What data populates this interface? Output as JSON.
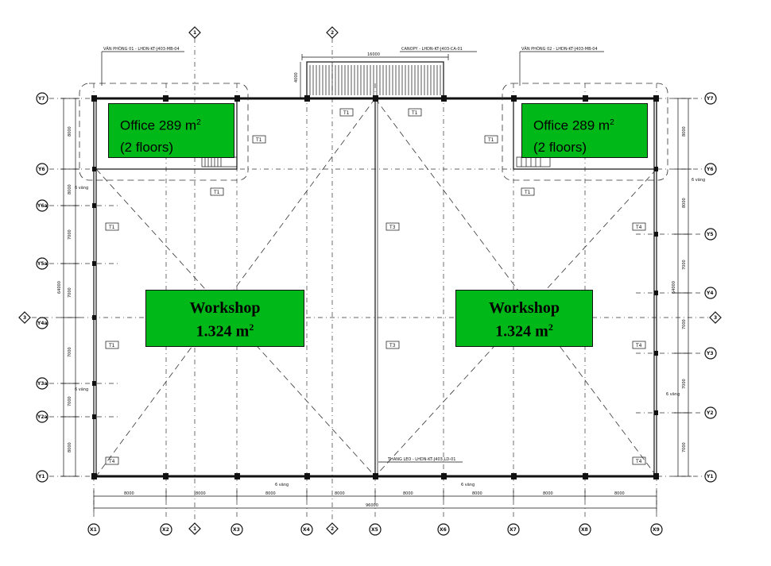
{
  "grid": {
    "columns": [
      "X1",
      "X2",
      "X3",
      "X4",
      "X5",
      "X6",
      "X7",
      "X8",
      "X9"
    ],
    "axis_markers": [
      "1",
      "2",
      "3"
    ],
    "rows_left": [
      "Y7",
      "Y6",
      "Y6a",
      "Y5a",
      "Y4a",
      "Y3a",
      "Y2a",
      "Y1"
    ],
    "rows_right": [
      "Y7",
      "Y6",
      "Y5",
      "Y4",
      "Y3",
      "Y2",
      "Y1"
    ]
  },
  "titles": {
    "office_left": "VĂN PHÒNG 01 - LHDN-KT-J403-MB-04",
    "canopy": "CANOPY - LHDN-KT-J403-CA-01",
    "office_right": "VĂN PHÒNG 02 - LHDN-KT-J403-MB-04",
    "ladder": "THANG LEO - LHDN-KT-J403-LD-01"
  },
  "tags": {
    "t1": "T1",
    "t3": "T3",
    "t4": "T4",
    "door": "6 vãng"
  },
  "dimensions": {
    "canopy_width": "16000",
    "canopy_depth": "4000",
    "total_width": "96000",
    "total_depth": "64000",
    "bays": [
      "8000",
      "8000",
      "8000",
      "8000",
      "8000",
      "8000",
      "8000",
      "8000"
    ],
    "rows": [
      "8000",
      "8000",
      "7000",
      "7000",
      "7000",
      "7000",
      "8000"
    ]
  },
  "labels": {
    "office_left": {
      "line1": "Office 289 m",
      "sup": "2",
      "line2": "(2 floors)"
    },
    "office_right": {
      "line1": "Office 289 m",
      "sup": "2",
      "line2": "(2 floors)"
    },
    "workshop_left": {
      "line1": "Workshop",
      "line2": "1.324 m",
      "sup": "2"
    },
    "workshop_right": {
      "line1": "Workshop",
      "line2": "1.324 m",
      "sup": "2"
    }
  }
}
